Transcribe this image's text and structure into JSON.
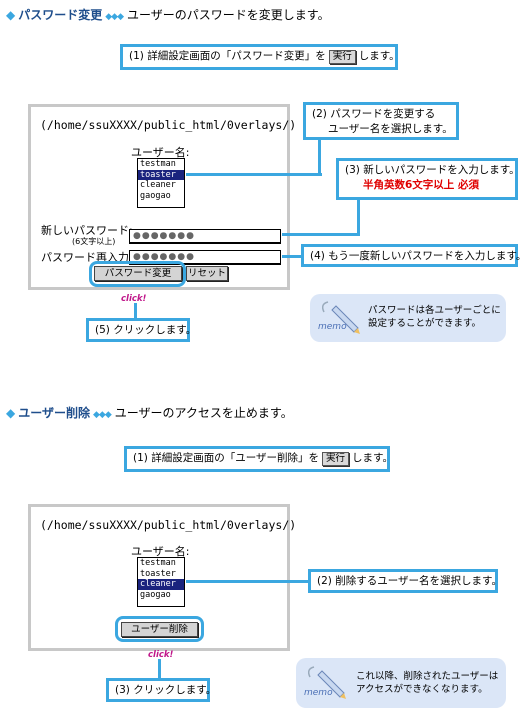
{
  "section1": {
    "title": "パスワード変更",
    "description": "ユーザーのパスワードを変更します。",
    "step1": {
      "before": "(1) 詳細設定画面の「パスワード変更」を",
      "button": "実行",
      "after": "します。"
    },
    "panel": {
      "path": "(/home/ssuXXXX/public_html/0verlays/)",
      "username_label": "ユーザー名:",
      "users": [
        "testman",
        "toaster",
        "cleaner",
        "gaogao"
      ],
      "selected_user": "toaster",
      "new_password_label": "新しいパスワード:",
      "new_password_hint": "(6文字以上)",
      "new_password_value": "●●●●●●●",
      "confirm_password_label": "パスワード再入力:",
      "confirm_password_value": "●●●●●●●",
      "change_button": "パスワード変更",
      "reset_button": "リセット"
    },
    "callout2": {
      "line1": "(2) パスワードを変更する",
      "line2": "ユーザー名を選択します。"
    },
    "callout3": {
      "line1": "(3) 新しいパスワードを入力します。",
      "line2": "半角英数6文字以上 必須"
    },
    "callout4": "(4) もう一度新しいパスワードを入力します。",
    "click_label": "click!",
    "callout5": "(5) クリックします。",
    "memo": {
      "label": "memo",
      "line1": "パスワードは各ユーザーごとに",
      "line2": "設定することができます。"
    }
  },
  "section2": {
    "title": "ユーザー削除",
    "description": "ユーザーのアクセスを止めます。",
    "step1": {
      "before": "(1) 詳細設定画面の「ユーザー削除」を",
      "button": "実行",
      "after": "します。"
    },
    "panel": {
      "path": "(/home/ssuXXXX/public_html/0verlays/)",
      "username_label": "ユーザー名:",
      "users": [
        "testman",
        "toaster",
        "cleaner",
        "gaogao"
      ],
      "selected_user": "cleaner",
      "delete_button": "ユーザー削除"
    },
    "callout2": "(2) 削除するユーザー名を選択します。",
    "click_label": "click!",
    "callout3": "(3) クリックします。",
    "memo": {
      "label": "memo",
      "line1": "これ以降、削除されたユーザーは",
      "line2": "アクセスができなくなります。"
    }
  },
  "colors": {
    "accent": "#3ba7e0",
    "title": "#1f4e8c",
    "required": "#e00000",
    "selection": "#1a237e",
    "memo_bg": "#dbe6f7"
  }
}
